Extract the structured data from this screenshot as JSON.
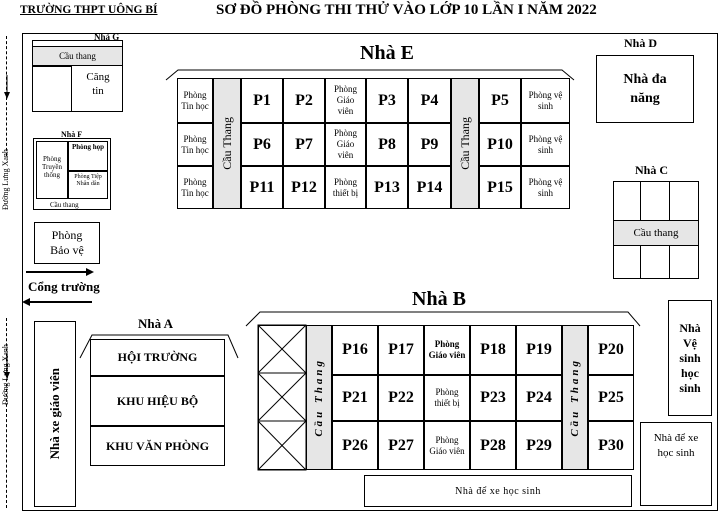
{
  "header": {
    "school": "TRƯỜNG THPT UÔNG BÍ",
    "title": "SƠ ĐỒ PHÒNG THI THỬ VÀO LỚP 10 LẦN I NĂM 2022"
  },
  "roads": {
    "left_top": "Đường Lưng Xanh",
    "left_bottom": "Đường Lưng Xanh"
  },
  "gate": "Cổng trường",
  "nha_g": {
    "label": "Nhà G",
    "stairs": "Cầu thang",
    "canteen": "Căng tin"
  },
  "nha_f": {
    "label": "Nhà F",
    "comm": "Phòng Truyền thống",
    "meeting": "Phòng họp",
    "small": "Phòng Tiệp Nhân dân",
    "stairs": "Cầu thang"
  },
  "guard": "Phòng Bảo vệ",
  "nha_e": {
    "label": "Nhà E",
    "stairs": "Cầu Thang",
    "rows": [
      [
        "Phòng Tin học",
        "P1",
        "P2",
        "Phòng Giáo viên",
        "P3",
        "P4",
        "P5",
        "Phòng vệ sinh"
      ],
      [
        "Phòng Tin học",
        "P6",
        "P7",
        "Phòng Giáo viên",
        "P8",
        "P9",
        "P10",
        "Phòng vệ sinh"
      ],
      [
        "Phòng Tin học",
        "P11",
        "P12",
        "Phòng thiết bị",
        "P13",
        "P14",
        "P15",
        "Phòng vệ sinh"
      ]
    ]
  },
  "nha_d": {
    "label": "Nhà D",
    "name": "Nhà đa năng"
  },
  "nha_c": {
    "label": "Nhà C",
    "stairs": "Cầu thang"
  },
  "nha_b": {
    "label": "Nhà B",
    "stairs": "Cầu Thang",
    "rows": [
      [
        "P16",
        "P17",
        "Phòng Giáo viên",
        "P18",
        "P19",
        "P20"
      ],
      [
        "P21",
        "P22",
        "Phòng thiết bị",
        "P23",
        "P24",
        "P25"
      ],
      [
        "P26",
        "P27",
        "Phòng Giáo viên",
        "P28",
        "P29",
        "P30"
      ]
    ],
    "parking": "Nhà để xe học sinh"
  },
  "nha_a": {
    "label": "Nhà A",
    "rows": [
      "HỘI TRƯỜNG",
      "KHU HIỆU BỘ",
      "KHU VĂN PHÒNG"
    ]
  },
  "teacher_parking": "Nhà xe giáo viên",
  "wc": "Nhà Vệ sinh học sinh",
  "student_parking_right": "Nhà để xe học sinh"
}
